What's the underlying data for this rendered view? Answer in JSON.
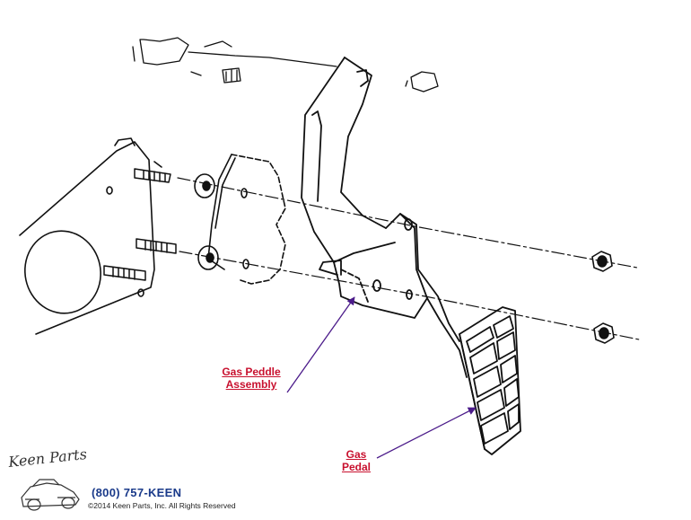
{
  "callouts": {
    "assembly": {
      "line1": "Gas Peddle",
      "line2": "Assembly"
    },
    "pedal": {
      "line1": "Gas",
      "line2": "Pedal"
    }
  },
  "footer": {
    "logo_text": "Keen Parts",
    "phone": "(800) 757-KEEN",
    "copyright": "©2014 Keen Parts, Inc. All Rights Reserved"
  },
  "colors": {
    "callout_text": "#c8102e",
    "leader_arrow": "#4b1b8a",
    "phone_text": "#1a3a8a",
    "line_art": "#111111"
  }
}
